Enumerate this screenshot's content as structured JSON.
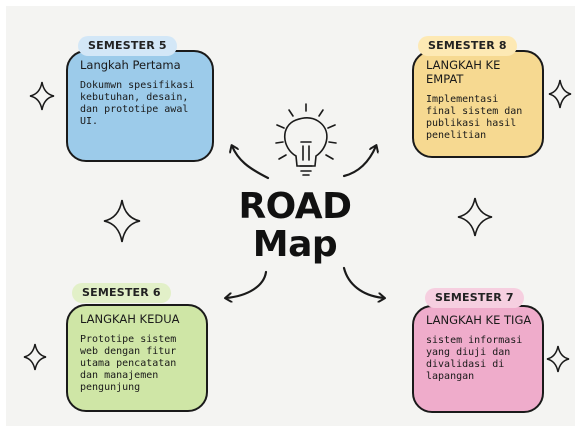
{
  "center": {
    "line1": "ROAD",
    "line2": "Map"
  },
  "cards": [
    {
      "semester": "SEMESTER 5",
      "title": "Langkah Pertama",
      "text": "Dokumwn spesifikasi kebutuhan, desain, dan prototipe awal UI.",
      "pill_color": "#d3e7f7",
      "card_color": "#9ccbea"
    },
    {
      "semester": "SEMESTER 8",
      "title": "LANGKAH KE EMPAT",
      "text": "Implementasi final sistem dan publikasi hasil penelitian",
      "pill_color": "#fde9b4",
      "card_color": "#f6d991"
    },
    {
      "semester": "SEMESTER 6",
      "title": "LANGKAH KEDUA",
      "text": "Prototipe sistem web dengan fitur utama pencatatan dan manajemen pengunjung",
      "pill_color": "#e2f0c8",
      "card_color": "#cfe6a6"
    },
    {
      "semester": "SEMESTER 7",
      "title": "LANGKAH KE TIGA",
      "text": "sistem informasi yang diuji dan divalidasi di lapangan",
      "pill_color": "#f6cfe0",
      "card_color": "#efaccb"
    }
  ],
  "icons": [
    "lightbulb-icon",
    "sparkle-icon",
    "arrow-icon"
  ]
}
